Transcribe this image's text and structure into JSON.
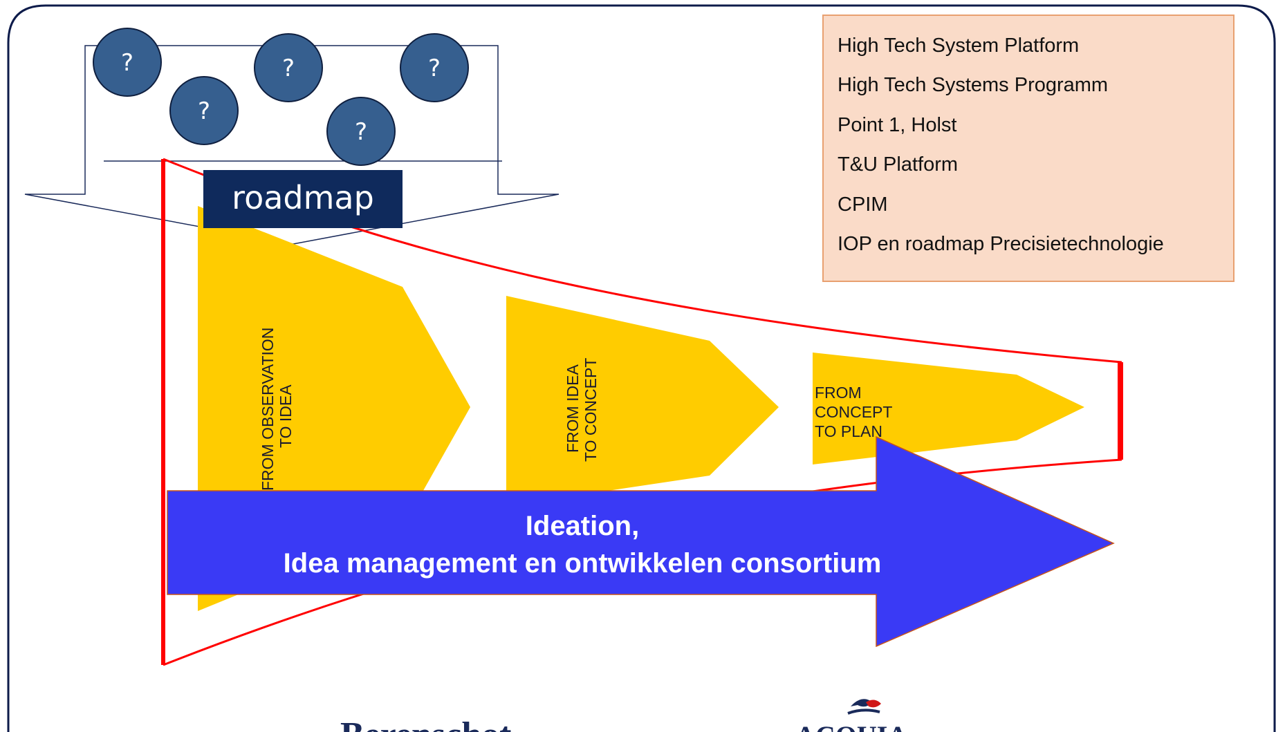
{
  "funnel_inputs": {
    "bubbles": [
      {
        "label": "?"
      },
      {
        "label": "?"
      },
      {
        "label": "?"
      },
      {
        "label": "?"
      },
      {
        "label": "?"
      }
    ]
  },
  "roadmap_label": "roadmap",
  "stages": [
    {
      "lines": [
        "FROM OBSERVATION",
        "TO IDEA"
      ]
    },
    {
      "lines": [
        "FROM IDEA",
        "TO CONCEPT"
      ]
    },
    {
      "lines": [
        "FROM",
        "CONCEPT",
        "TO PLAN"
      ]
    }
  ],
  "programs": {
    "items": [
      "High Tech System Platform",
      "High Tech Systems Programm",
      "Point 1, Holst",
      "T&U Platform",
      "CPIM",
      "IOP en roadmap Precisietechnologie"
    ]
  },
  "arrow": {
    "line1": "Ideation,",
    "line2": "Idea management en ontwikkelen consortium"
  },
  "footer": {
    "logo_left": "Berenschot",
    "logo_right": "ACQUIA"
  },
  "colors": {
    "frame": "#0d1b4a",
    "bubble": "#365f8f",
    "roadmap_box": "#0f2a5c",
    "stage_fill": "#ffcc00",
    "funnel_line": "#ff0000",
    "arrow_fill": "#3a3af5",
    "legend_fill": "#fadbc8",
    "legend_border": "#e8a070"
  }
}
